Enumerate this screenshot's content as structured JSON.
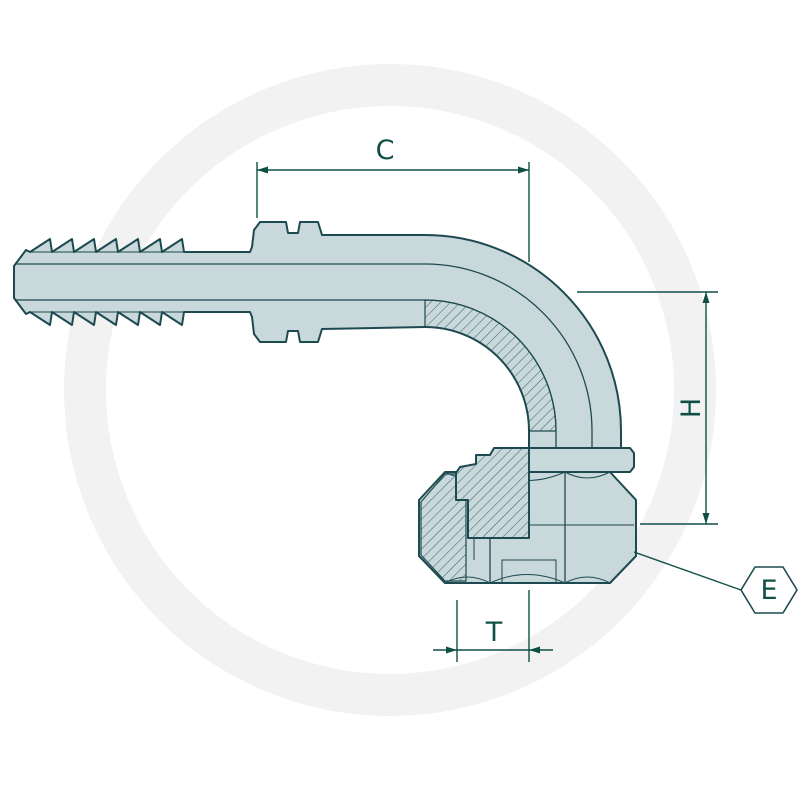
{
  "colors": {
    "outline": "#1d4a50",
    "fill_light": "#c9d8da",
    "dimension": "#0e5046",
    "hatch": "#3a6b70",
    "watermark": "#f2f2f2"
  },
  "labels": {
    "dim_c": "C",
    "dim_h": "H",
    "dim_t": "T",
    "hex_size": "E"
  }
}
